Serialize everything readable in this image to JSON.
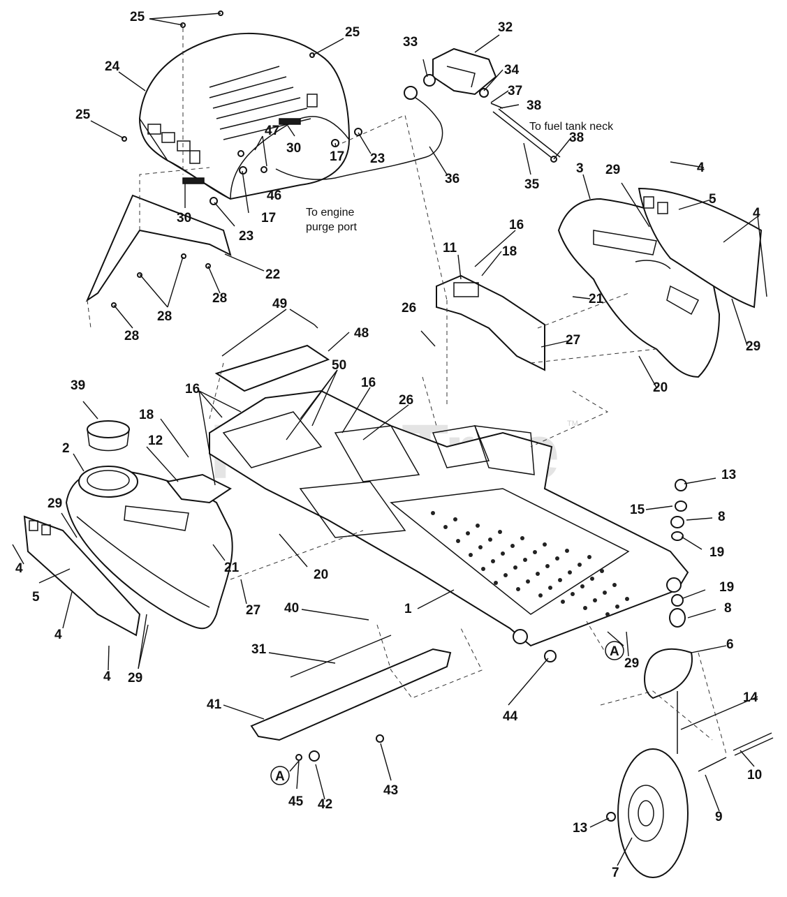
{
  "watermark": {
    "brand": "PartsTree",
    "mark": "TM"
  },
  "notes": {
    "fuel_tank_neck": "To fuel tank neck",
    "engine_purge_line1": "To engine",
    "engine_purge_line2": "purge port"
  },
  "callouts": [
    "25",
    "25",
    "24",
    "25",
    "47",
    "30",
    "17",
    "23",
    "30",
    "17",
    "46",
    "23",
    "22",
    "28",
    "28",
    "28",
    "33",
    "32",
    "34",
    "37",
    "38",
    "38",
    "35",
    "36",
    "16",
    "18",
    "11",
    "26",
    "21",
    "27",
    "3",
    "29",
    "4",
    "5",
    "4",
    "29",
    "20",
    "49",
    "48",
    "16",
    "50",
    "16",
    "26",
    "39",
    "18",
    "12",
    "2",
    "29",
    "4",
    "5",
    "4",
    "4",
    "29",
    "21",
    "27",
    "20",
    "13",
    "15",
    "8",
    "19",
    "19",
    "8",
    "1",
    "40",
    "31",
    "41",
    "A",
    "A",
    "45",
    "42",
    "43",
    "44",
    "29",
    "6",
    "14",
    "10",
    "9",
    "13",
    "7"
  ]
}
